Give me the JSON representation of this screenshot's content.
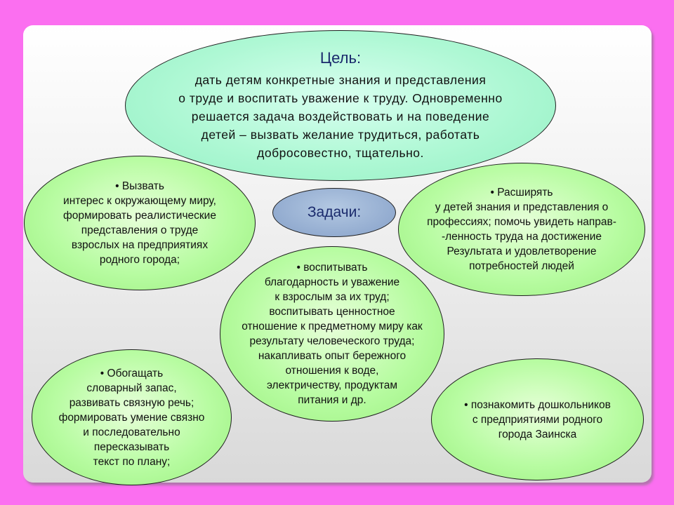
{
  "goal": {
    "title": "Цель:",
    "lines": [
      "дать детям конкретные знания и представления",
      "о труде и воспитать уважение к труду. Одновременно",
      "решается задача воздействовать и на поведение",
      "детей – вызвать желание трудиться, работать",
      "добросовестно, тщательно."
    ]
  },
  "tasks_label": "Задачи:",
  "task_left_top": [
    "Вызвать",
    "интерес к окружающему миру,",
    "формировать реалистические",
    "представления о труде",
    "взрослых на предприятиях",
    "родного города;"
  ],
  "task_right_top": [
    "Расширять",
    "у детей знания и  представления о",
    "профессиях; помочь увидеть направ-",
    "-ленность труда  на достижение",
    "Результата  и  удовлетворение",
    "потребностей людей"
  ],
  "task_center": [
    "воспитывать",
    "благодарность и уважение",
    "к взрослым за их труд;",
    "воспитывать ценностное",
    "отношение к предметному  миру как",
    "результату  человеческого труда;",
    "накапливать  опыт бережного",
    "отношения к воде,",
    "электричеству, продуктам",
    "питания и др."
  ],
  "task_left_bottom": [
    "Обогащать",
    "словарный запас,",
    "развивать связную речь;",
    "формировать умение связно",
    "и последовательно",
    "пересказывать",
    "текст по плану;"
  ],
  "task_right_bottom": [
    "познакомить дошкольников",
    "с предприятиями родного",
    "города Заинска"
  ]
}
